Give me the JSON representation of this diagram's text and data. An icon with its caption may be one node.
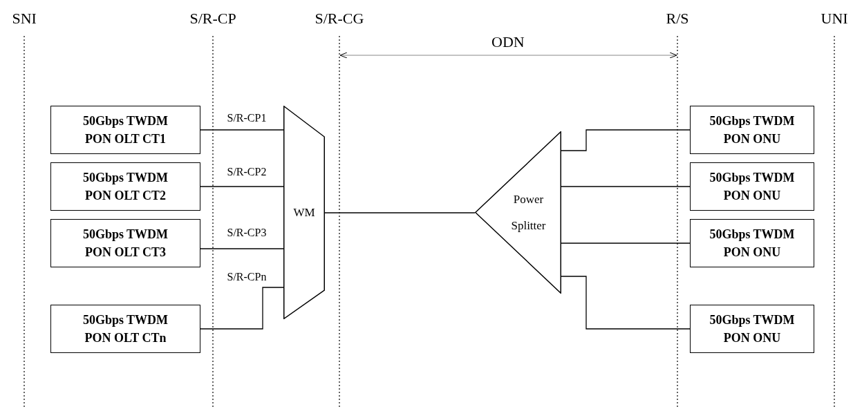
{
  "diagram": {
    "nodes": [
      {
        "text": [
          "50Gbps TWDM PON OLT CT1"
        ]
      },
      {
        "text": [
          "50Gbps TWDM PON OLT CT2"
        ]
      },
      {
        "text": [
          "50Gbps TWDM PON OLT CT3"
        ]
      },
      {
        "text": [
          "50Gbps TWDM PON OLT CTn"
        ]
      },
      {
        "text": [
          "WM"
        ]
      },
      {
        "text": [
          "Power Splitter"
        ]
      },
      {
        "text": [
          "50Gbps TWDM PON ONU"
        ]
      },
      {
        "text": [
          "50Gbps TWDM PON ONU"
        ]
      },
      {
        "text": [
          "50Gbps TWDM PON ONU"
        ]
      },
      {
        "text": [
          "50Gbps TWDM PON ONU"
        ]
      }
    ],
    "edges": [
      {
        "from": 0,
        "to": 4,
        "arrow": "none",
        "label": "S/R-CP1"
      },
      {
        "from": 1,
        "to": 4,
        "arrow": "none",
        "label": "S/R-CP2"
      },
      {
        "from": 2,
        "to": 4,
        "arrow": "none",
        "label": "S/R-CP3"
      },
      {
        "from": 3,
        "to": 4,
        "arrow": "none",
        "label": "S/R-CPn"
      },
      {
        "from": 4,
        "to": 5,
        "arrow": "none"
      },
      {
        "from": 5,
        "to": 6,
        "arrow": "none"
      },
      {
        "from": 5,
        "to": 7,
        "arrow": "none"
      },
      {
        "from": 5,
        "to": 8,
        "arrow": "none"
      },
      {
        "from": 5,
        "to": 9,
        "arrow": "none"
      }
    ],
    "labels": [
      "SNI",
      "S/R-CP",
      "S/R-CG",
      "R/S",
      "UNI",
      "ODN"
    ]
  }
}
